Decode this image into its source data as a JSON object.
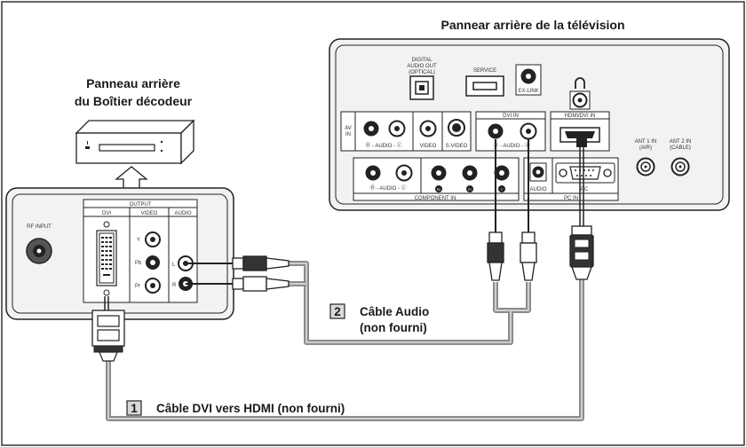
{
  "tv_panel": {
    "title": "Pannear arrière de la télévision",
    "digital_audio_out": [
      "DIGITAL",
      "AUDIO OUT",
      "(OPTICAL)"
    ],
    "service": "SERVICE",
    "ex_link": "EX-LINK",
    "av_in": [
      "AV",
      "IN"
    ],
    "audio_lr": "Ⓡ - AUDIO - Ⓛ",
    "video": "VIDEO",
    "s_video": "S-VIDEO",
    "dvi_in": "DVI IN",
    "dvi_audio": "Ⓡ - AUDIO - Ⓛ",
    "hdmi_dvi_in": "HDMI/DVI IN",
    "ant1": [
      "ANT 1 IN",
      "(AIR)"
    ],
    "ant2": [
      "ANT 2 IN",
      "(CABLE)"
    ],
    "component_audio": "Ⓡ - AUDIO - Ⓛ",
    "pb": "Pb",
    "pr": "Pr",
    "y": "Y",
    "component_in": "COMPONENT IN",
    "audio": "AUDIO",
    "pc": "PC",
    "pc_in": "PC IN"
  },
  "stb_panel": {
    "title_line1": "Panneau arrière",
    "title_line2": "du Boîtier décodeur",
    "rf_input": "RF INPUT",
    "output": "OUTPUT",
    "dvi": "DVI",
    "video": "VIDEO",
    "audio": "AUDIO",
    "y": "Y",
    "pb": "Pb",
    "pr": "Pr",
    "l": "L",
    "r": "R"
  },
  "cables": {
    "audio_number": "2",
    "audio_line1": "Câble Audio",
    "audio_line2": "(non fourni)",
    "dvi_number": "1",
    "dvi_label": "Câble DVI vers HDMI (non fourni)"
  },
  "colors": {
    "cable_gray": "#8c8c8c",
    "panel_fill": "#f2f2f2",
    "outline": "#222222",
    "black_jack": "#222222",
    "red_jack": "#222222"
  }
}
